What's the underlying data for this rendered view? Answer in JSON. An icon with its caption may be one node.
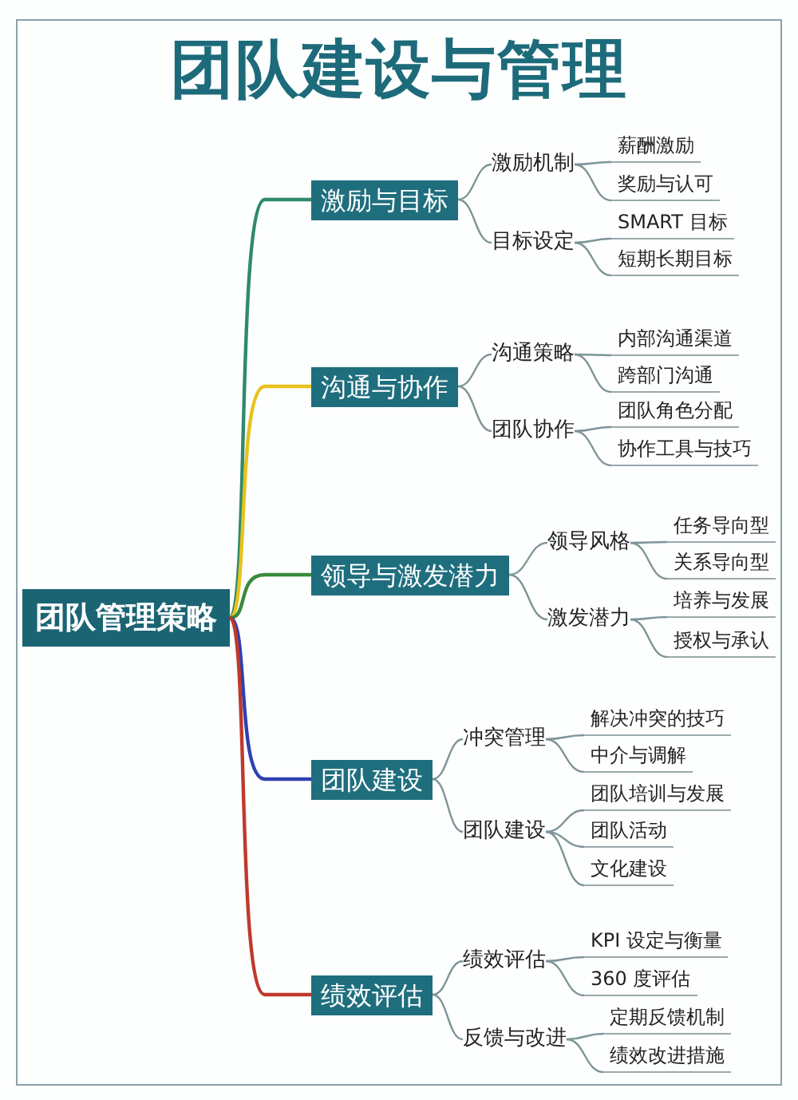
{
  "diagram": {
    "title": "团队建设与管理",
    "nodes": [
      {
        "text": [
          "团队管理策略"
        ]
      },
      {
        "text": [
          "激励与目标"
        ]
      },
      {
        "text": [
          "激励机制"
        ]
      },
      {
        "text": [
          "薪酬激励"
        ]
      },
      {
        "text": [
          "奖励与认可"
        ]
      },
      {
        "text": [
          "目标设定"
        ]
      },
      {
        "text": [
          "SMART 目标"
        ]
      },
      {
        "text": [
          "短期长期目标"
        ]
      },
      {
        "text": [
          "沟通与协作"
        ]
      },
      {
        "text": [
          "沟通策略"
        ]
      },
      {
        "text": [
          "内部沟通渠道"
        ]
      },
      {
        "text": [
          "跨部门沟通"
        ]
      },
      {
        "text": [
          "团队协作"
        ]
      },
      {
        "text": [
          "团队角色分配"
        ]
      },
      {
        "text": [
          "协作工具与技巧"
        ]
      },
      {
        "text": [
          "领导与激发潜力"
        ]
      },
      {
        "text": [
          "领导风格"
        ]
      },
      {
        "text": [
          "任务导向型"
        ]
      },
      {
        "text": [
          "关系导向型"
        ]
      },
      {
        "text": [
          "激发潜力"
        ]
      },
      {
        "text": [
          "培养与发展"
        ]
      },
      {
        "text": [
          "授权与承认"
        ]
      },
      {
        "text": [
          "团队建设"
        ]
      },
      {
        "text": [
          "冲突管理"
        ]
      },
      {
        "text": [
          "解决冲突的技巧"
        ]
      },
      {
        "text": [
          "中介与调解"
        ]
      },
      {
        "text": [
          "团队建设"
        ]
      },
      {
        "text": [
          "团队培训与发展"
        ]
      },
      {
        "text": [
          "团队活动"
        ]
      },
      {
        "text": [
          "文化建设"
        ]
      },
      {
        "text": [
          "绩效评估"
        ]
      },
      {
        "text": [
          "绩效评估"
        ]
      },
      {
        "text": [
          "KPI 设定与衡量"
        ]
      },
      {
        "text": [
          "360 度评估"
        ]
      },
      {
        "text": [
          "反馈与改进"
        ]
      },
      {
        "text": [
          "定期反馈机制"
        ]
      },
      {
        "text": [
          "绩效改进措施"
        ]
      }
    ],
    "edges": [
      {
        "from": 0,
        "to": 1,
        "arrow": "none",
        "color": "#2e8a6e"
      },
      {
        "from": 1,
        "to": 2,
        "arrow": "none"
      },
      {
        "from": 2,
        "to": 3,
        "arrow": "none"
      },
      {
        "from": 2,
        "to": 4,
        "arrow": "none"
      },
      {
        "from": 1,
        "to": 5,
        "arrow": "none"
      },
      {
        "from": 5,
        "to": 6,
        "arrow": "none"
      },
      {
        "from": 5,
        "to": 7,
        "arrow": "none"
      },
      {
        "from": 0,
        "to": 8,
        "arrow": "none",
        "color": "#e8c21a"
      },
      {
        "from": 8,
        "to": 9,
        "arrow": "none"
      },
      {
        "from": 9,
        "to": 10,
        "arrow": "none"
      },
      {
        "from": 9,
        "to": 11,
        "arrow": "none"
      },
      {
        "from": 8,
        "to": 12,
        "arrow": "none"
      },
      {
        "from": 12,
        "to": 13,
        "arrow": "none"
      },
      {
        "from": 12,
        "to": 14,
        "arrow": "none"
      },
      {
        "from": 0,
        "to": 15,
        "arrow": "none",
        "color": "#3a8a3a"
      },
      {
        "from": 15,
        "to": 16,
        "arrow": "none"
      },
      {
        "from": 16,
        "to": 17,
        "arrow": "none"
      },
      {
        "from": 16,
        "to": 18,
        "arrow": "none"
      },
      {
        "from": 15,
        "to": 19,
        "arrow": "none"
      },
      {
        "from": 19,
        "to": 20,
        "arrow": "none"
      },
      {
        "from": 19,
        "to": 21,
        "arrow": "none"
      },
      {
        "from": 0,
        "to": 22,
        "arrow": "none",
        "color": "#3040b0"
      },
      {
        "from": 22,
        "to": 23,
        "arrow": "none"
      },
      {
        "from": 23,
        "to": 24,
        "arrow": "none"
      },
      {
        "from": 23,
        "to": 25,
        "arrow": "none"
      },
      {
        "from": 22,
        "to": 26,
        "arrow": "none"
      },
      {
        "from": 26,
        "to": 27,
        "arrow": "none"
      },
      {
        "from": 26,
        "to": 28,
        "arrow": "none"
      },
      {
        "from": 26,
        "to": 29,
        "arrow": "none"
      },
      {
        "from": 0,
        "to": 30,
        "arrow": "none",
        "color": "#c0392b"
      },
      {
        "from": 30,
        "to": 31,
        "arrow": "none"
      },
      {
        "from": 31,
        "to": 32,
        "arrow": "none"
      },
      {
        "from": 31,
        "to": 33,
        "arrow": "none"
      },
      {
        "from": 30,
        "to": 34,
        "arrow": "none"
      },
      {
        "from": 34,
        "to": 35,
        "arrow": "none"
      },
      {
        "from": 34,
        "to": 36,
        "arrow": "none"
      }
    ]
  }
}
